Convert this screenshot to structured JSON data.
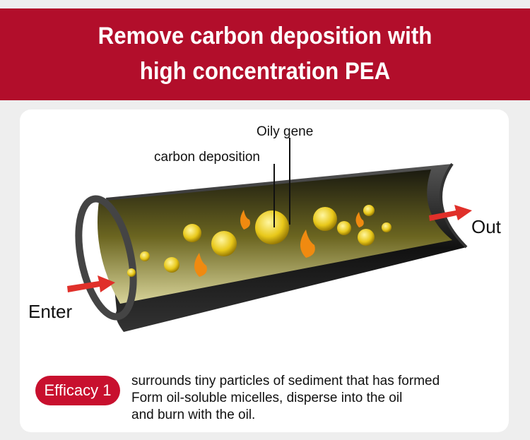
{
  "title": {
    "line1": "Remove carbon deposition with",
    "line2": "high concentration PEA"
  },
  "labels": {
    "oily_gene": "Oily gene",
    "carbon_deposition": "carbon deposition",
    "enter": "Enter",
    "out": "Out"
  },
  "efficacy": {
    "badge": "Efficacy 1",
    "lines": [
      "surrounds tiny particles of sediment that has formed",
      "Form oil-soluble micelles, disperse into the oil",
      "and burn with the oil."
    ]
  },
  "colors": {
    "brand": "#b20e2b",
    "badge": "#c8102e",
    "arrow": "#e0302a",
    "bubble": "#e8c81a"
  }
}
